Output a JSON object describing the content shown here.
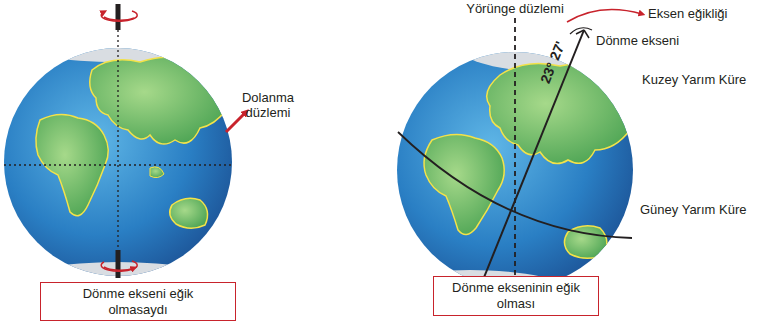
{
  "diagram": {
    "nodes": [
      {
        "text": [
          "Dönme ekseni eğik olmasaydı"
        ]
      },
      {
        "text": [
          "Dönme ekseninin eğik olması"
        ]
      }
    ],
    "labels": [
      "Dolanma düzlemi",
      "Yörünge düzlemi",
      "Eksen eğikliği",
      "Dönme ekseni",
      "23° 27'",
      "Kuzey Yarım Küre",
      "Güney Yarım Küre"
    ]
  }
}
